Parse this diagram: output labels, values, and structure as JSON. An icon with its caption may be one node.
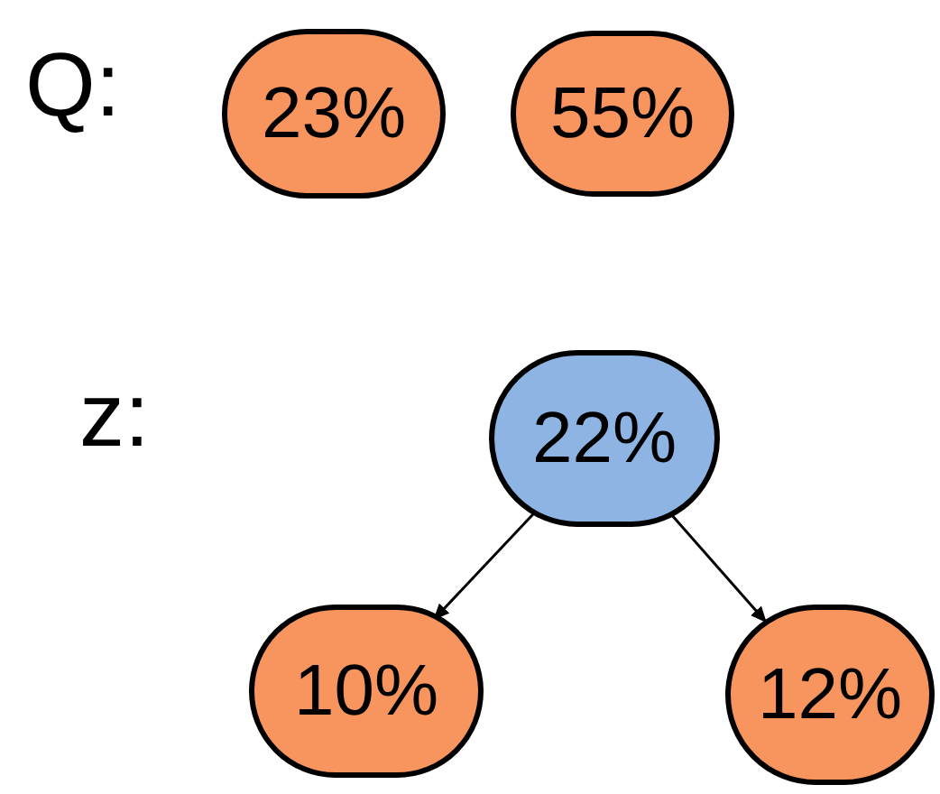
{
  "diagram": {
    "nodes": [
      {
        "text": [
          "23%"
        ]
      },
      {
        "text": [
          "55%"
        ]
      },
      {
        "text": [
          "22%"
        ]
      },
      {
        "text": [
          "10%"
        ]
      },
      {
        "text": [
          "12%"
        ]
      }
    ],
    "edges": [
      {
        "from": 2,
        "to": 3,
        "arrow": "to"
      },
      {
        "from": 2,
        "to": 4,
        "arrow": "to"
      }
    ],
    "labels": [
      "Q:",
      "z:"
    ]
  }
}
